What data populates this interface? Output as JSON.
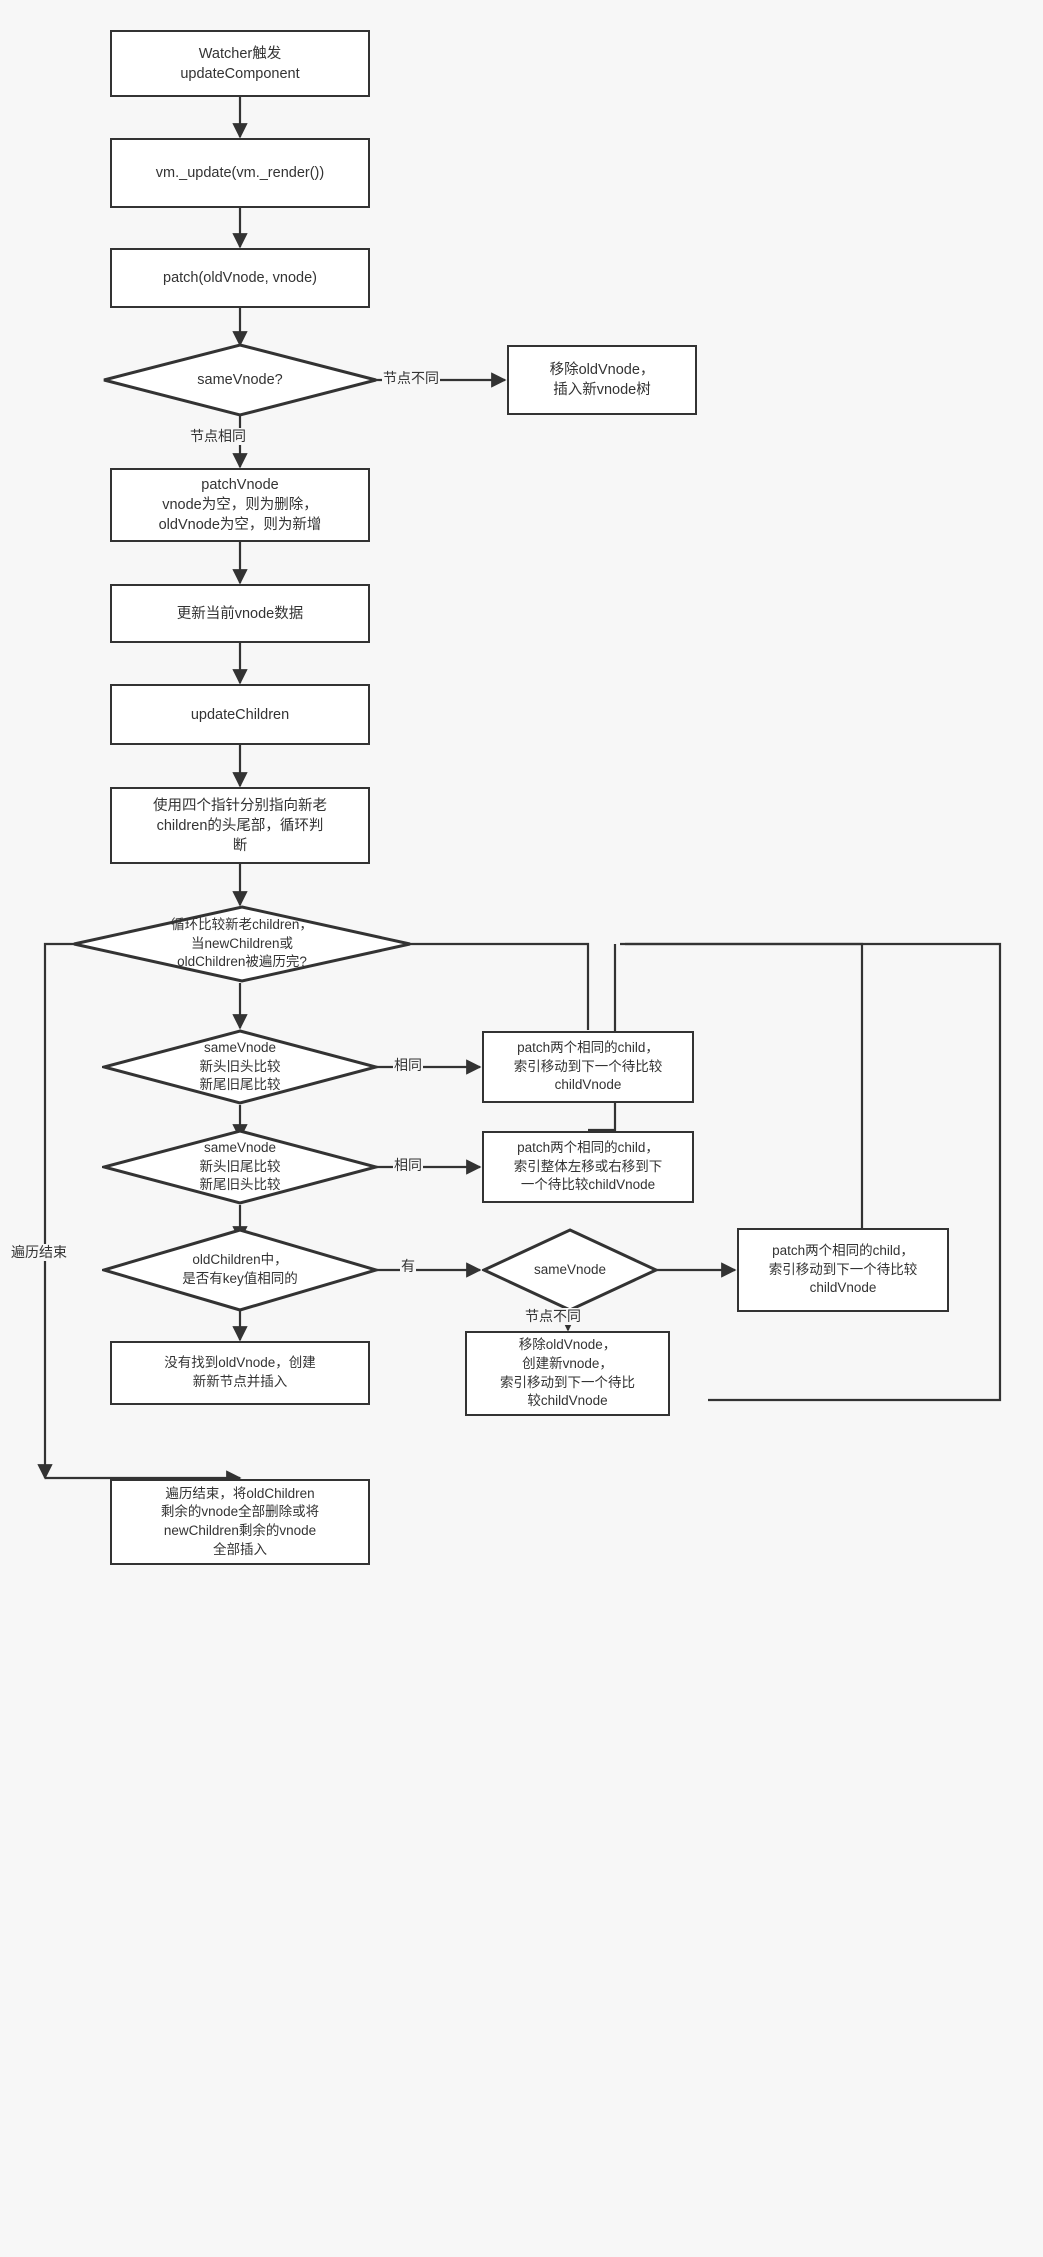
{
  "diagram": {
    "title": "Vue virtual DOM patch / diff flowchart",
    "background": "#f7f7f7",
    "stroke": "#333333",
    "fill": "#ffffff",
    "nodes": [
      {
        "id": "n1",
        "shape": "box",
        "text": "Watcher触发\nupdateComponent"
      },
      {
        "id": "n2",
        "shape": "box",
        "text": "vm._update(vm._render())"
      },
      {
        "id": "n3",
        "shape": "box",
        "text": "patch(oldVnode, vnode)"
      },
      {
        "id": "n4",
        "shape": "diamond",
        "text": "sameVnode?"
      },
      {
        "id": "n5",
        "shape": "box",
        "text": "移除oldVnode，\n插入新vnode树"
      },
      {
        "id": "n6",
        "shape": "box",
        "text": "patchVnode\nvnode为空，则为删除，\noldVnode为空，则为新增"
      },
      {
        "id": "n7",
        "shape": "box",
        "text": "更新当前vnode数据"
      },
      {
        "id": "n8",
        "shape": "box",
        "text": "updateChildren"
      },
      {
        "id": "n9",
        "shape": "box",
        "text": "使用四个指针分别指向新老\nchildren的头尾部，循环判\n断"
      },
      {
        "id": "n10",
        "shape": "diamond",
        "text": "循环比较新老children，\n当newChildren或\noldChildren被遍历完?"
      },
      {
        "id": "n11",
        "shape": "diamond",
        "text": "sameVnode\n新头旧头比较\n新尾旧尾比较"
      },
      {
        "id": "n12",
        "shape": "box",
        "text": "patch两个相同的child，\n索引移动到下一个待比较\nchildVnode"
      },
      {
        "id": "n13",
        "shape": "diamond",
        "text": "sameVnode\n新头旧尾比较\n新尾旧头比较"
      },
      {
        "id": "n14",
        "shape": "box",
        "text": "patch两个相同的child，\n索引整体左移或右移到下\n一个待比较childVnode"
      },
      {
        "id": "n15",
        "shape": "diamond",
        "text": "oldChildren中，\n是否有key值相同的"
      },
      {
        "id": "n16",
        "shape": "diamond",
        "text": "sameVnode"
      },
      {
        "id": "n17",
        "shape": "box",
        "text": "patch两个相同的child，\n索引移动到下一个待比较\nchildVnode"
      },
      {
        "id": "n18",
        "shape": "box",
        "text": "没有找到oldVnode，创建\n新新节点并插入"
      },
      {
        "id": "n19",
        "shape": "box",
        "text": "移除oldVnode，\n创建新vnode，\n索引移动到下一个待比\n较childVnode"
      },
      {
        "id": "n20",
        "shape": "box",
        "text": "遍历结束，将oldChildren\n剩余的vnode全部删除或将\nnewChildren剩余的vnode\n全部插入"
      }
    ],
    "edge_labels": [
      {
        "id": "e1",
        "text": "节点不同",
        "from": "n4",
        "to": "n5"
      },
      {
        "id": "e2",
        "text": "节点相同",
        "from": "n4",
        "to": "n6"
      },
      {
        "id": "e3",
        "text": "相同",
        "from": "n11",
        "to": "n12"
      },
      {
        "id": "e4",
        "text": "相同",
        "from": "n13",
        "to": "n14"
      },
      {
        "id": "e5",
        "text": "有",
        "from": "n15",
        "to": "n16"
      },
      {
        "id": "e6",
        "text": "节点不同",
        "from": "n16",
        "to": "n19"
      },
      {
        "id": "e7",
        "text": "遍历结束",
        "from": "n10",
        "to": "n20"
      }
    ]
  }
}
